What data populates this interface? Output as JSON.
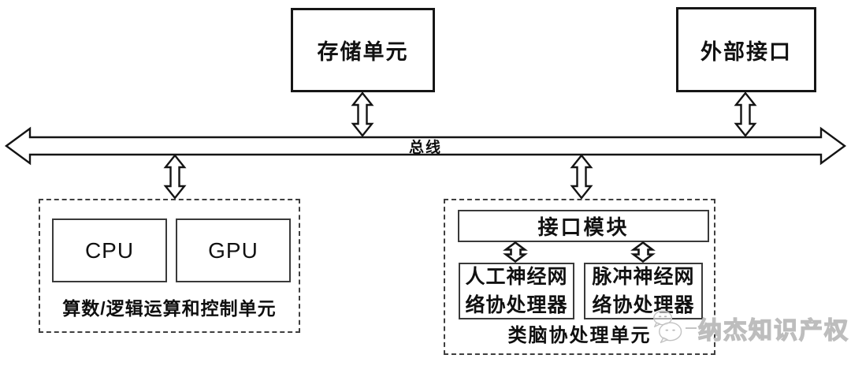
{
  "diagram": {
    "storage_unit": "存储单元",
    "external_interface": "外部接口",
    "bus": "总线",
    "cpu": "CPU",
    "gpu": "GPU",
    "compute_group_label": "算数/逻辑运算和控制单元",
    "interface_module": "接口模块",
    "ann_coprocessor": {
      "line1": "人工神经网",
      "line2": "络协处理器"
    },
    "snn_coprocessor": {
      "line1": "脉冲神经网",
      "line2": "络协处理器"
    },
    "brain_group_label": "类脑协处理单元"
  },
  "watermark": {
    "text": "纳杰知识产权",
    "icon": "wechat-icon"
  },
  "colors": {
    "line": "#141414",
    "dashed_border": "#3f3f3f",
    "watermark": "#c2c2c2",
    "background": "#ffffff"
  }
}
